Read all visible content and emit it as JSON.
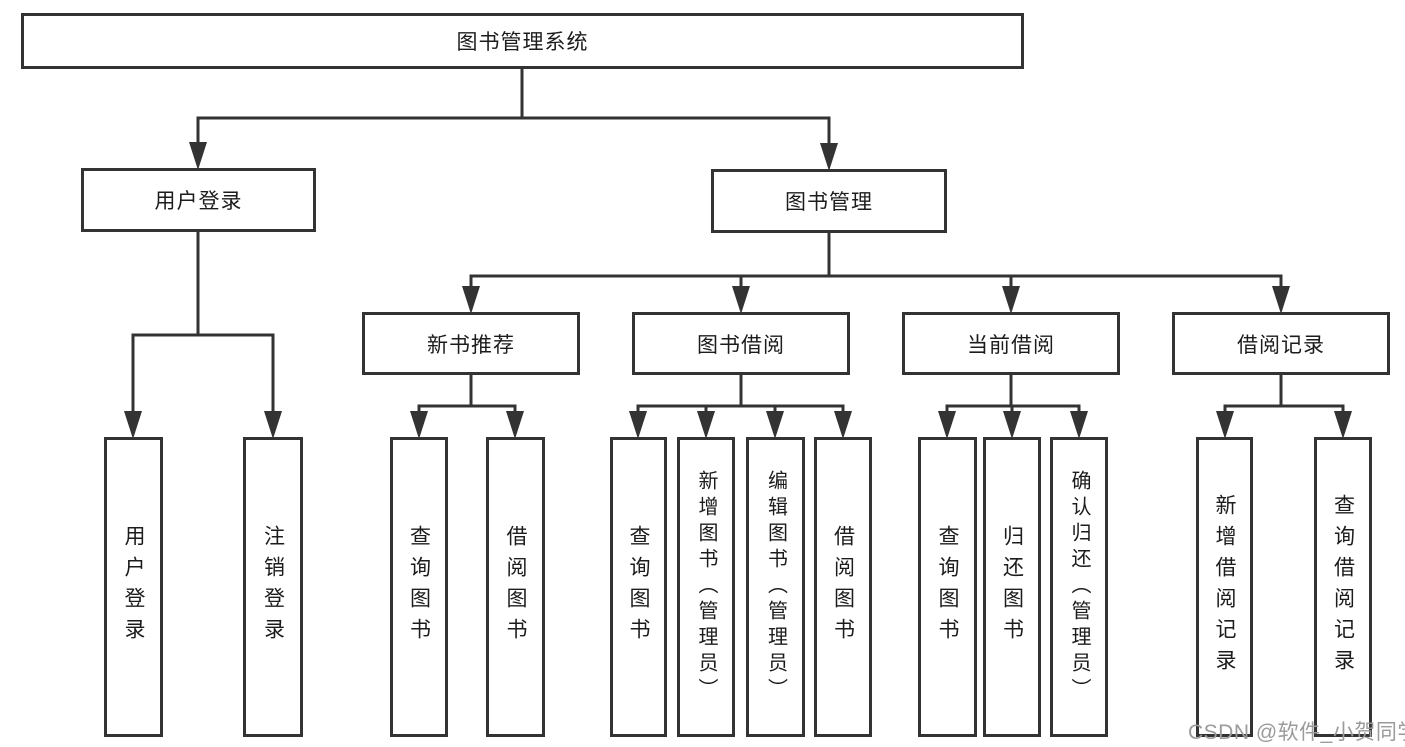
{
  "diagram": {
    "title": "图书管理系统",
    "root": {
      "label": "图书管理系统"
    },
    "level2": [
      {
        "id": "user-login",
        "label": "用户登录"
      },
      {
        "id": "book-management",
        "label": "图书管理"
      }
    ],
    "level3": [
      {
        "id": "new-book-recommend",
        "label": "新书推荐",
        "parent": "图书管理"
      },
      {
        "id": "book-borrowing",
        "label": "图书借阅",
        "parent": "图书管理"
      },
      {
        "id": "current-borrowing",
        "label": "当前借阅",
        "parent": "图书管理"
      },
      {
        "id": "borrowing-records",
        "label": "借阅记录",
        "parent": "图书管理"
      }
    ],
    "leaves": [
      {
        "id": "leaf-user-login",
        "label": "用户登录",
        "parent": "用户登录"
      },
      {
        "id": "leaf-logout",
        "label": "注销登录",
        "parent": "用户登录"
      },
      {
        "id": "leaf-query-books-1",
        "label": "查询图书",
        "parent": "新书推荐"
      },
      {
        "id": "leaf-borrow-books-1",
        "label": "借阅图书",
        "parent": "新书推荐"
      },
      {
        "id": "leaf-query-books-2",
        "label": "查询图书",
        "parent": "图书借阅"
      },
      {
        "id": "leaf-add-books-admin",
        "label": "新增图书（管理员）",
        "parent": "图书借阅"
      },
      {
        "id": "leaf-edit-books-admin",
        "label": "编辑图书（管理员）",
        "parent": "图书借阅"
      },
      {
        "id": "leaf-borrow-books-2",
        "label": "借阅图书",
        "parent": "图书借阅"
      },
      {
        "id": "leaf-query-books-3",
        "label": "查询图书",
        "parent": "当前借阅"
      },
      {
        "id": "leaf-return-books",
        "label": "归还图书",
        "parent": "当前借阅"
      },
      {
        "id": "leaf-confirm-return-admin",
        "label": "确认归还（管理员）",
        "parent": "当前借阅"
      },
      {
        "id": "leaf-add-borrow-record",
        "label": "新增借阅记录",
        "parent": "借阅记录"
      },
      {
        "id": "leaf-query-borrow-record",
        "label": "查询借阅记录",
        "parent": "借阅记录"
      }
    ]
  },
  "watermark": {
    "text": "CSDN @软件_小贺同学",
    "color": "#9b9b9b"
  },
  "colors": {
    "line": "#333333",
    "box_border": "#333333",
    "text": "#1c1c1c",
    "background": "#ffffff"
  }
}
